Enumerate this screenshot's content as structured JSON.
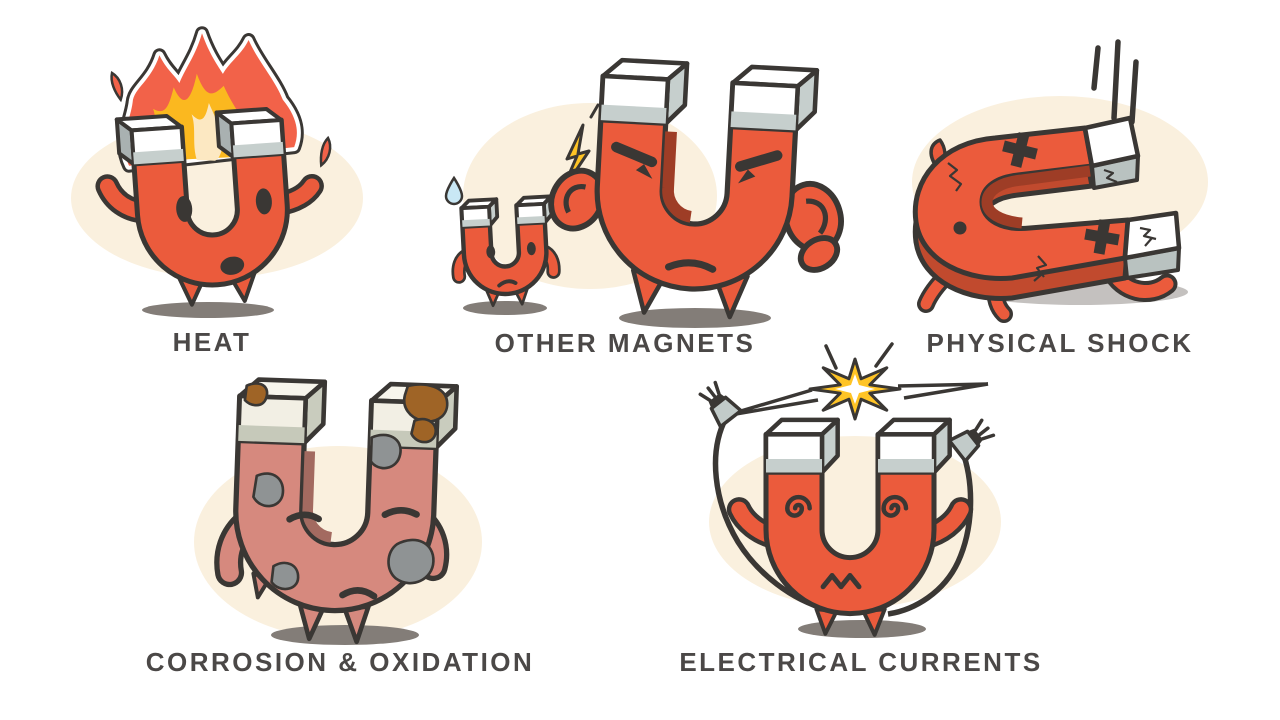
{
  "page": {
    "background": "#ffffff"
  },
  "panels": [
    {
      "id": "heat",
      "label": "HEAT",
      "illustration": "magnet-character-on-fire"
    },
    {
      "id": "other-magnets",
      "label": "OTHER MAGNETS",
      "illustration": "small-scared-magnet-facing-big-angry-magnet-with-lightning-bolt"
    },
    {
      "id": "physical-shock",
      "label": "PHYSICAL SHOCK",
      "illustration": "fallen-cracked-magnet-with-crossed-eyes-and-impact-lines"
    },
    {
      "id": "corrosion-oxidation",
      "label": "CORROSION & OXIDATION",
      "illustration": "faded-magnet-with-rust-and-tarnish-patches"
    },
    {
      "id": "electrical-currents",
      "label": "ELECTRICAL CURRENTS",
      "illustration": "dazed-magnet-holding-power-plugs-with-spark-burst"
    }
  ],
  "colors": {
    "magnet_red": "#EB5B3C",
    "magnet_red_dark": "#C14A2E",
    "outline": "#3A3734",
    "tip_white": "#FFFFFF",
    "tip_gray": "#C6CFCD",
    "cream_blob": "#FAF0DE",
    "shadow": "#837D78",
    "flame_orange": "#F26249",
    "flame_yellow": "#FBB81F",
    "flame_core": "#FCE8C2",
    "bolt_yellow": "#FFC425",
    "sweat_blue": "#C9E8F5",
    "corroded_pink": "#D6897E",
    "rust_brown": "#9F6426",
    "tarnish_gray": "#8F9394",
    "label_text": "#4B4847"
  }
}
